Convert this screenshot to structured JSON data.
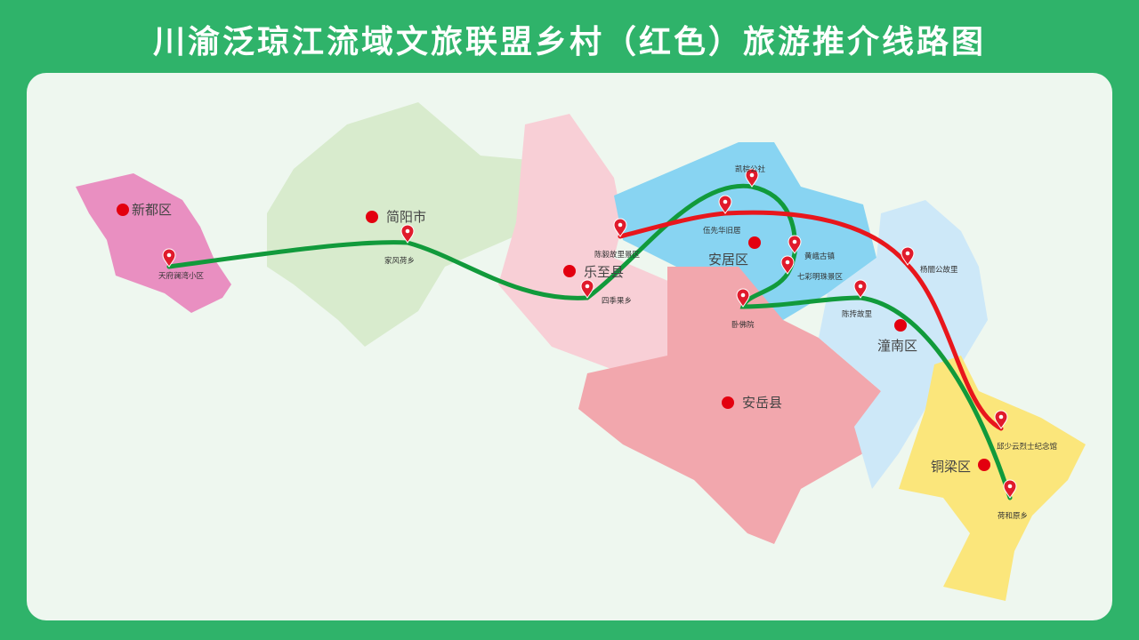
{
  "title": "川渝泛琼江流域文旅联盟乡村（红色）旅游推介线路图",
  "colors": {
    "background": "#2fb36a",
    "panel": "#eef7ef",
    "green_route": "#119a3b",
    "red_route": "#e8161c",
    "marker": "#e01b2c"
  },
  "regions": [
    {
      "name": "新都区",
      "color": "#e98fc1"
    },
    {
      "name": "简阳市",
      "color": "#d8ebcd"
    },
    {
      "name": "乐至县",
      "color": "#f8cfd6"
    },
    {
      "name": "安居区",
      "color": "#88d4f2"
    },
    {
      "name": "安岳县",
      "color": "#f2a7ad"
    },
    {
      "name": "潼南区",
      "color": "#cde8f8"
    },
    {
      "name": "铜梁区",
      "color": "#fbe67b"
    }
  ],
  "spots": [
    {
      "name": "天府澜湾小区",
      "route": "green"
    },
    {
      "name": "家风荷乡",
      "route": "green"
    },
    {
      "name": "四季果乡",
      "route": "green"
    },
    {
      "name": "凯棕公社",
      "route": "green"
    },
    {
      "name": "黄峨古镇",
      "route": "green"
    },
    {
      "name": "七彩明珠景区",
      "route": "green"
    },
    {
      "name": "卧佛院",
      "route": "green"
    },
    {
      "name": "陈抟故里",
      "route": "green"
    },
    {
      "name": "荷和原乡",
      "route": "green"
    },
    {
      "name": "陈毅故里景区",
      "route": "red"
    },
    {
      "name": "伍先华旧居",
      "route": "red"
    },
    {
      "name": "杨闇公故里",
      "route": "red"
    },
    {
      "name": "邱少云烈士纪念馆",
      "route": "red"
    }
  ]
}
